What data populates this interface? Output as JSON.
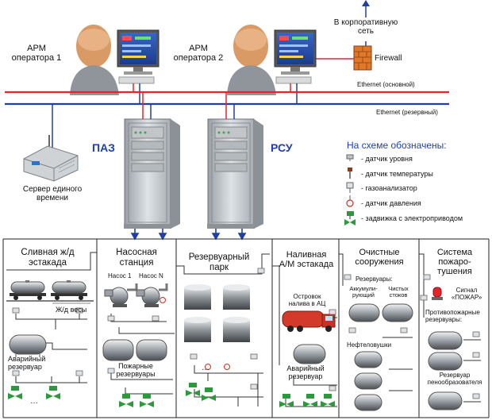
{
  "header": {
    "corporate_network": "В корпоративную\nсеть",
    "firewall": "Firewall"
  },
  "operators": [
    {
      "label": "АРМ\nоператора 1"
    },
    {
      "label": "АРМ\nоператора 2"
    }
  ],
  "networks": {
    "main": "Ethernet (основной)",
    "reserve": "Ethernet (резервный)"
  },
  "cabinets": {
    "paz": "ПАЗ",
    "rsu": "РСУ"
  },
  "time_server": "Сервер единого\nвремени",
  "legend": {
    "title": "На схеме обозначены:",
    "items": [
      "- датчик уровня",
      "- датчик температуры",
      "- газоанализатор",
      "- датчик давления",
      "- задвижка с электроприводом"
    ]
  },
  "sections": {
    "rail_rack": {
      "title": "Сливная ж/д\nэстакада",
      "scales": "Ж/д весы",
      "emergency_tank": "Аварийный\nрезервуар",
      "dots": "…"
    },
    "pump_station": {
      "title": "Насосная\nстанция",
      "pump1": "Насос 1",
      "pumpN": "Насос N",
      "fire_tanks": "Пожарные\nрезервуары",
      "dots": "…"
    },
    "tank_park": {
      "title": "Резервуарный\nпарк",
      "dots": "…"
    },
    "auto_rack": {
      "title": "Наливная\nА/М эстакада",
      "island": "Островок\nналива в АЦ",
      "emergency_tank": "Аварийный\nрезервуар"
    },
    "treatment": {
      "title": "Очистные\nсооружения",
      "tanks_label": "Резервуары:",
      "accum": "Аккумули-\nрующий",
      "clean": "Чистых\nстоков",
      "oil_traps": "Нефтеловушки"
    },
    "fire_system": {
      "title": "Система\nпожаро-\nтушения",
      "signal": "Сигнал\n«ПОЖАР»",
      "fire_tanks": "Противопожарные\nрезервуары:",
      "foam_tank": "Резервуар\nпенообразователя"
    }
  },
  "colors": {
    "ethernet_main": "#e8232a",
    "ethernet_reserve": "#1f3fa5",
    "signal_line": "#1f3fa5",
    "cabinet_gray": "#c9cdd1",
    "valve_green": "#2c9a3c",
    "firewall_orange": "#e0782a"
  }
}
